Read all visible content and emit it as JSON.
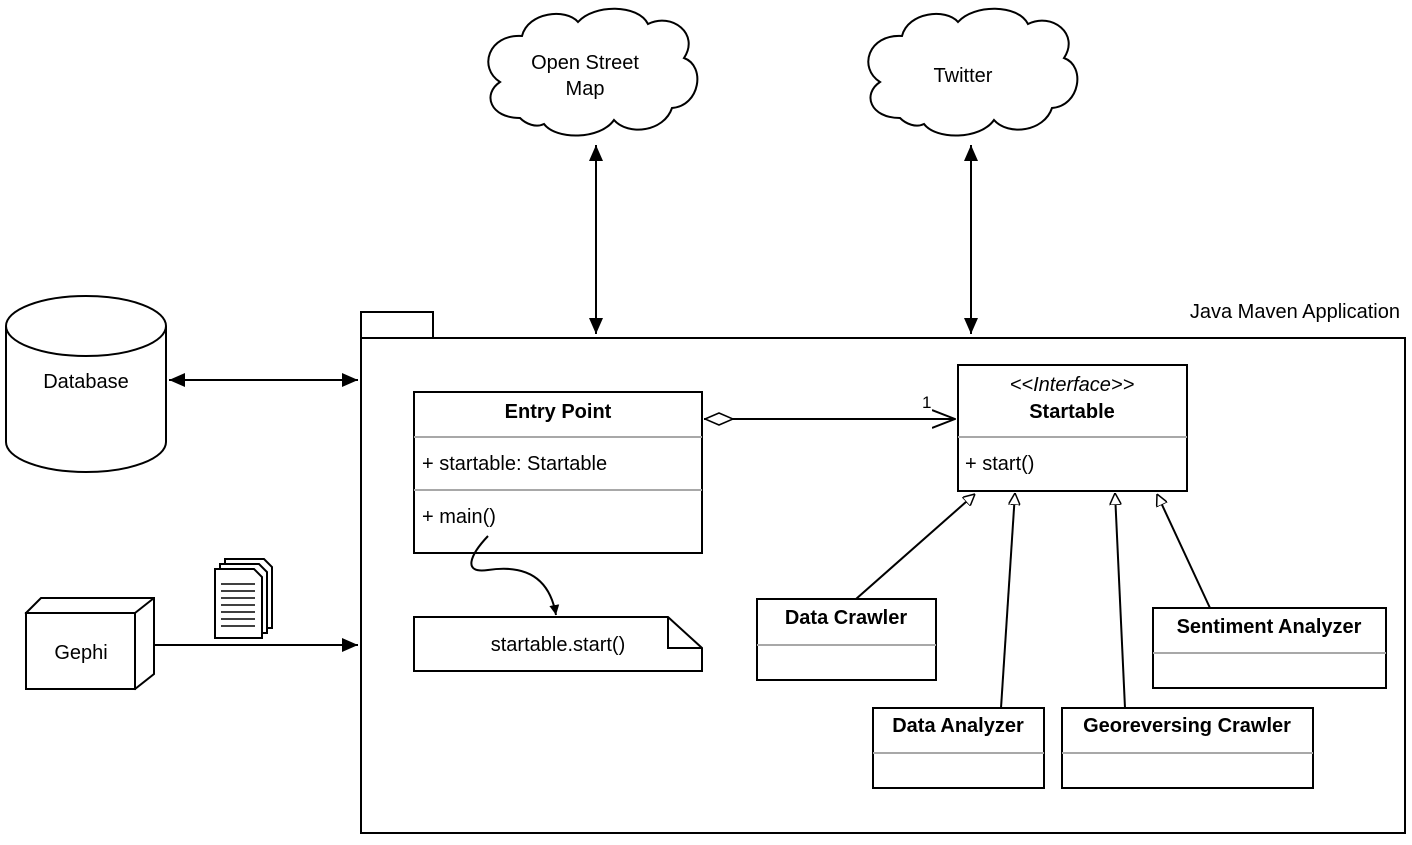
{
  "package": {
    "label": "Java Maven Application"
  },
  "external": {
    "osm": {
      "line1": "Open Street",
      "line2": "Map"
    },
    "twitter": {
      "label": "Twitter"
    },
    "database": {
      "label": "Database"
    },
    "gephi": {
      "label": "Gephi"
    }
  },
  "classes": {
    "entry_point": {
      "name": "Entry Point",
      "attribute": "+ startable: Startable",
      "method": "+ main()"
    },
    "startable": {
      "stereotype": "<<Interface>>",
      "name": "Startable",
      "method": "+ start()"
    },
    "data_crawler": {
      "name": "Data Crawler"
    },
    "data_analyzer": {
      "name": "Data Analyzer"
    },
    "georeversing_crawler": {
      "name": "Georeversing Crawler"
    },
    "sentiment_analyzer": {
      "name": "Sentiment Analyzer"
    }
  },
  "note": {
    "text": "startable.start()"
  },
  "association": {
    "multiplicity": "1"
  },
  "icons": {
    "gephi_input": "documents-icon"
  },
  "colors": {
    "line": "#000000",
    "separator": "#a8a8a8",
    "background": "#ffffff"
  }
}
